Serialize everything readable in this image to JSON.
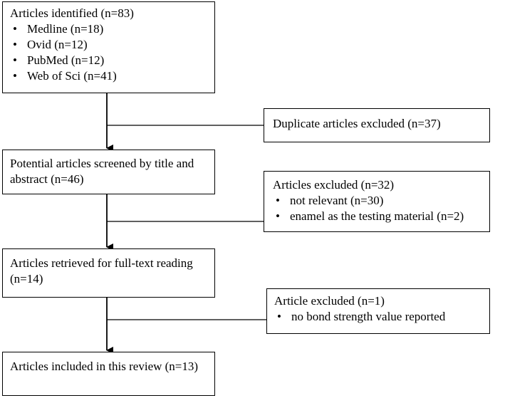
{
  "flow": {
    "identified": {
      "title": "Articles identified (n=83)",
      "items": [
        "Medline (n=18)",
        "Ovid (n=12)",
        "PubMed (n=12)",
        "Web of Sci (n=41)"
      ]
    },
    "duplicates": {
      "text": "Duplicate articles excluded (n=37)"
    },
    "screened": {
      "text": "Potential articles screened by title and abstract (n=46)"
    },
    "excluded_screen": {
      "title": "Articles excluded (n=32)",
      "items": [
        "not relevant (n=30)",
        "enamel as the testing material (n=2)"
      ]
    },
    "retrieved": {
      "text": "Articles retrieved for full-text reading (n=14)"
    },
    "excluded_fulltext": {
      "title": "Article excluded (n=1)",
      "items": [
        "no bond strength value reported"
      ]
    },
    "included": {
      "text": "Articles included in this review (n=13)"
    }
  },
  "bullet_glyph": "•",
  "colors": {
    "line": "#000000",
    "background": "#ffffff"
  }
}
